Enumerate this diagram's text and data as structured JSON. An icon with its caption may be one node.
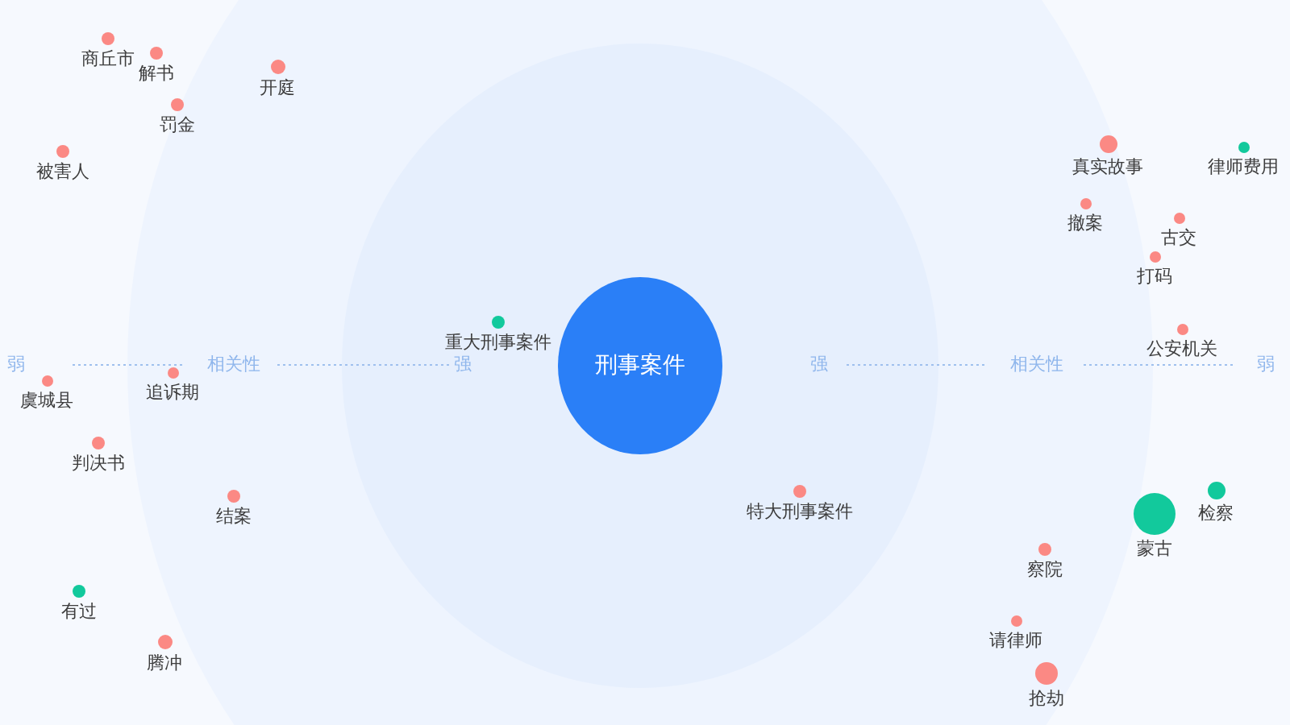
{
  "diagram": {
    "nodes": [
      {
        "text": [
          "刑事案件"
        ]
      },
      {
        "text": [
          "商丘市"
        ]
      },
      {
        "text": [
          "解书"
        ]
      },
      {
        "text": [
          "开庭"
        ]
      },
      {
        "text": [
          "罚金"
        ]
      },
      {
        "text": [
          "真实故事"
        ]
      },
      {
        "text": [
          "律师费用"
        ]
      },
      {
        "text": [
          "被害人"
        ]
      },
      {
        "text": [
          "撤案"
        ]
      },
      {
        "text": [
          "古交"
        ]
      },
      {
        "text": [
          "打码"
        ]
      },
      {
        "text": [
          "重大刑事案件"
        ]
      },
      {
        "text": [
          "公安机关"
        ]
      },
      {
        "text": [
          "追诉期"
        ]
      },
      {
        "text": [
          "虞城县"
        ]
      },
      {
        "text": [
          "判决书"
        ]
      },
      {
        "text": [
          "检察"
        ]
      },
      {
        "text": [
          "特大刑事案件"
        ]
      },
      {
        "text": [
          "结案"
        ]
      },
      {
        "text": [
          "蒙古"
        ]
      },
      {
        "text": [
          "察院"
        ]
      },
      {
        "text": [
          "有过"
        ]
      },
      {
        "text": [
          "请律师"
        ]
      },
      {
        "text": [
          "腾冲"
        ]
      },
      {
        "text": [
          "抢劫"
        ]
      }
    ],
    "labels": [
      "弱",
      "相关性",
      "强",
      "强",
      "相关性",
      "弱"
    ]
  }
}
